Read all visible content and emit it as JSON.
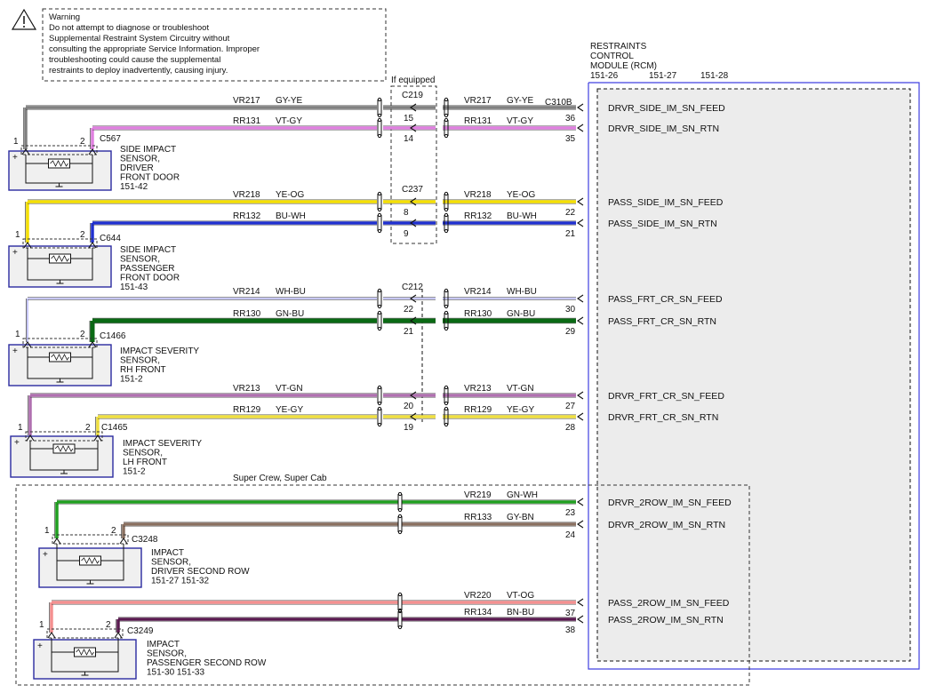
{
  "warning": {
    "icon": "warning-triangle-icon",
    "lines": [
      "Warning",
      "Do not attempt to diagnose or troubleshoot",
      "Supplemental Restraint System Circuitry without",
      "consulting the appropriate Service Information. Improper",
      "troubleshooting could cause the supplemental",
      "restraints to deploy inadvertently, causing injury."
    ]
  },
  "module": {
    "title_lines": [
      "RESTRAINTS",
      "CONTROL",
      "MODULE (RCM)"
    ],
    "refs": [
      "151-26",
      "151-27",
      "151-28"
    ],
    "connector": "C310B"
  },
  "if_equipped": "If equipped",
  "inline_connectors": [
    "C219",
    "C237",
    "C212"
  ],
  "option_label": "Super Crew, Super Cab",
  "sensors": [
    {
      "connector": "C567",
      "pins": [
        "1",
        "2"
      ],
      "label_lines": [
        "SIDE IMPACT",
        "SENSOR,",
        "DRIVER",
        "FRONT DOOR",
        "151-42"
      ]
    },
    {
      "connector": "C644",
      "pins": [
        "1",
        "2"
      ],
      "label_lines": [
        "SIDE IMPACT",
        "SENSOR,",
        "PASSENGER",
        "FRONT DOOR",
        "151-43"
      ]
    },
    {
      "connector": "C1466",
      "pins": [
        "1",
        "2"
      ],
      "label_lines": [
        "IMPACT SEVERITY",
        "SENSOR,",
        "RH FRONT",
        "151-2"
      ]
    },
    {
      "connector": "C1465",
      "pins": [
        "1",
        "2"
      ],
      "label_lines": [
        "IMPACT SEVERITY",
        "SENSOR,",
        "LH FRONT",
        "151-2"
      ]
    },
    {
      "connector": "C3248",
      "pins": [
        "1",
        "2"
      ],
      "label_lines": [
        "IMPACT",
        "SENSOR,",
        "DRIVER SECOND ROW",
        "151-27     151-32"
      ]
    },
    {
      "connector": "C3249",
      "pins": [
        "1",
        "2"
      ],
      "label_lines": [
        "IMPACT",
        "SENSOR,",
        "PASSENGER SECOND ROW",
        "151-30     151-33"
      ]
    }
  ],
  "wires": [
    {
      "circuit_left": "VR217",
      "color_left": "GY-YE",
      "circuit_right": "VR217",
      "color_right": "GY-YE",
      "inline_pin": "15",
      "rcm_pin": "36",
      "signal": "DRVR_SIDE_IM_SN_FEED",
      "hex": "#808080"
    },
    {
      "circuit_left": "RR131",
      "color_left": "VT-GY",
      "circuit_right": "RR131",
      "color_right": "VT-GY",
      "inline_pin": "14",
      "rcm_pin": "35",
      "signal": "DRVR_SIDE_IM_SN_RTN",
      "hex": "#e080e0"
    },
    {
      "circuit_left": "VR218",
      "color_left": "YE-OG",
      "circuit_right": "VR218",
      "color_right": "YE-OG",
      "inline_pin": "8",
      "rcm_pin": "22",
      "signal": "PASS_SIDE_IM_SN_FEED",
      "hex": "#f5e000"
    },
    {
      "circuit_left": "RR132",
      "color_left": "BU-WH",
      "circuit_right": "RR132",
      "color_right": "BU-WH",
      "inline_pin": "9",
      "rcm_pin": "21",
      "signal": "PASS_SIDE_IM_SN_RTN",
      "hex": "#2030d0"
    },
    {
      "circuit_left": "VR214",
      "color_left": "WH-BU",
      "circuit_right": "VR214",
      "color_right": "WH-BU",
      "inline_pin": "22",
      "rcm_pin": "30",
      "signal": "PASS_FRT_CR_SN_FEED",
      "hex": "#c8c8ff"
    },
    {
      "circuit_left": "RR130",
      "color_left": "GN-BU",
      "circuit_right": "RR130",
      "color_right": "GN-BU",
      "inline_pin": "21",
      "rcm_pin": "29",
      "signal": "PASS_FRT_CR_SN_RTN",
      "hex": "#0a6a14"
    },
    {
      "circuit_left": "VR213",
      "color_left": "VT-GN",
      "circuit_right": "VR213",
      "color_right": "VT-GN",
      "inline_pin": "20",
      "rcm_pin": "27",
      "signal": "DRVR_FRT_CR_SN_FEED",
      "hex": "#b070b0"
    },
    {
      "circuit_left": "RR129",
      "color_left": "YE-GY",
      "circuit_right": "RR129",
      "color_right": "YE-GY",
      "inline_pin": "19",
      "rcm_pin": "28",
      "signal": "DRVR_FRT_CR_SN_RTN",
      "hex": "#f0e040"
    },
    {
      "circuit_left": "",
      "color_left": "",
      "circuit_right": "VR219",
      "color_right": "GN-WH",
      "inline_pin": "",
      "rcm_pin": "23",
      "signal": "DRVR_2ROW_IM_SN_FEED",
      "hex": "#20a020"
    },
    {
      "circuit_left": "",
      "color_left": "",
      "circuit_right": "RR133",
      "color_right": "GY-BN",
      "inline_pin": "",
      "rcm_pin": "24",
      "signal": "DRVR_2ROW_IM_SN_RTN",
      "hex": "#8a7060"
    },
    {
      "circuit_left": "",
      "color_left": "",
      "circuit_right": "VR220",
      "color_right": "VT-OG",
      "inline_pin": "",
      "rcm_pin": "37",
      "signal": "PASS_2ROW_IM_SN_FEED",
      "hex": "#f59090"
    },
    {
      "circuit_left": "",
      "color_left": "",
      "circuit_right": "RR134",
      "color_right": "BN-BU",
      "inline_pin": "",
      "rcm_pin": "38",
      "signal": "PASS_2ROW_IM_SN_RTN",
      "hex": "#5a1a50"
    }
  ]
}
